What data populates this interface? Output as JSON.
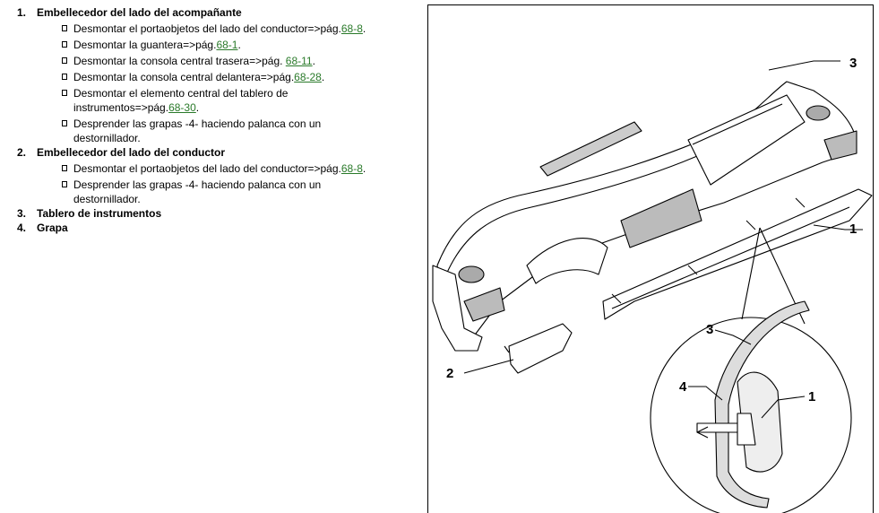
{
  "items": [
    {
      "num": "1.",
      "title": "Embellecedor del lado del acompañante",
      "steps": [
        {
          "text": "Desmontar el portaobjetos del lado del conductor=>pág.",
          "link": "68-8",
          "after": "."
        },
        {
          "text": "Desmontar la guantera=>pág.",
          "link": "68-1",
          "after": "."
        },
        {
          "text": "Desmontar la consola central trasera=>pág. ",
          "link": "68-11",
          "after": "."
        },
        {
          "text": "Desmontar la consola central delantera=>pág.",
          "link": "68-28",
          "after": "."
        },
        {
          "text": "Desmontar el elemento central del tablero de instrumentos=>pág.",
          "link": "68-30",
          "after": "."
        },
        {
          "text": "Desprender las grapas -4- haciendo palanca con un destornillador.",
          "link": "",
          "after": ""
        }
      ]
    },
    {
      "num": "2.",
      "title": "Embellecedor del lado del conductor",
      "steps": [
        {
          "text": "Desmontar el portaobjetos del lado del conductor=>pág.",
          "link": "68-8",
          "after": "."
        },
        {
          "text": "Desprender las grapas -4- haciendo palanca con un destornillador.",
          "link": "",
          "after": ""
        }
      ]
    },
    {
      "num": "3.",
      "title": "Tablero de instrumentos",
      "steps": []
    },
    {
      "num": "4.",
      "title": "Grapa",
      "steps": []
    }
  ],
  "figure": {
    "callouts": [
      "3",
      "1",
      "2",
      "3",
      "4",
      "1"
    ]
  },
  "colors": {
    "link": "#2a7a2a",
    "text": "#000000"
  }
}
